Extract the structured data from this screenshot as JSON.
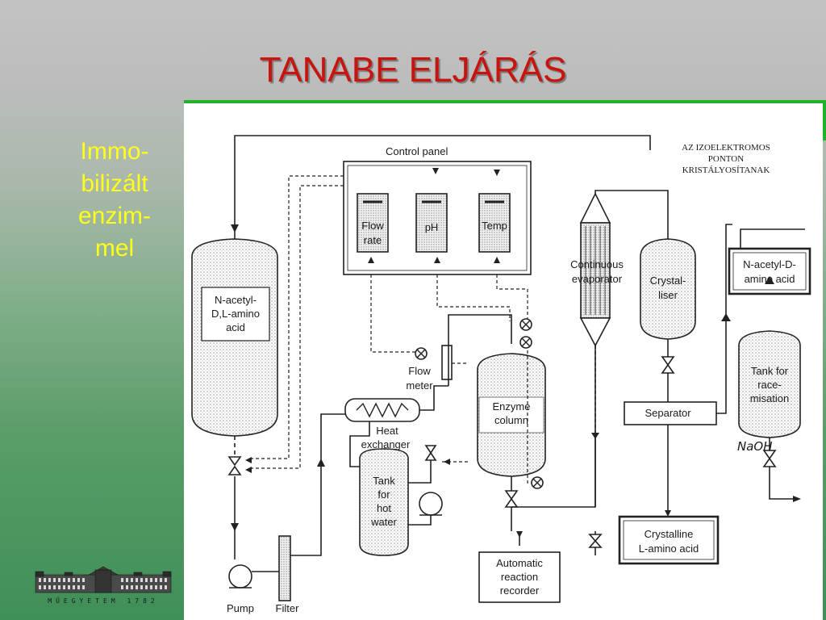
{
  "slide": {
    "title": "TANABE ELJÁRÁS",
    "side_text": [
      "Immo-",
      "bilizált",
      "enzim-",
      "mel"
    ],
    "logo_text": "MŰEGYETEM 1782"
  },
  "diagram": {
    "control_panel": "Control panel",
    "note": [
      "AZ IZOELEKTROMOS",
      "PONTON",
      "KRISTÁLYOSÍTANAK"
    ],
    "gauges": {
      "flow": [
        "Flow",
        "rate"
      ],
      "ph": "pH",
      "temp": "Temp"
    },
    "feed_tank": [
      "N-acetyl-",
      "D,L-amino",
      "acid"
    ],
    "flow_meter": [
      "Flow",
      "meter"
    ],
    "heat_exchanger": [
      "Heat",
      "exchanger"
    ],
    "hot_water_tank": [
      "Tank",
      "for",
      "hot",
      "water"
    ],
    "enzyme_column": [
      "Enzyme",
      "column"
    ],
    "evaporator": [
      "Continuous",
      "evaporator"
    ],
    "crystalliser": [
      "Crystal-",
      "liser"
    ],
    "separator": "Separator",
    "d_product": [
      "N-acetyl-D-",
      "amino acid"
    ],
    "racemisation_tank": [
      "Tank for",
      "race-",
      "misation"
    ],
    "naoh": "NaOH",
    "l_product": [
      "Crystalline",
      "L-amino acid"
    ],
    "recorder": [
      "Automatic",
      "reaction",
      "recorder"
    ],
    "pump": "Pump",
    "filter": "Filter"
  }
}
